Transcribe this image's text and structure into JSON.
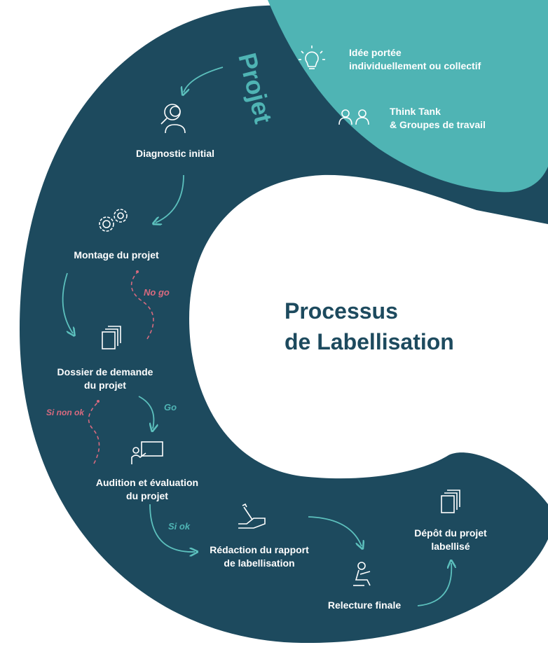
{
  "title": {
    "line1": "Processus",
    "line2": "de Labellisation"
  },
  "ring_label": "Projet",
  "ideas": [
    {
      "line1": "Idée portée",
      "line2": "individuellement ou collectif",
      "icon": "lightbulb-icon"
    },
    {
      "line1": "Think Tank",
      "line2": "& Groupes de travail",
      "icon": "people-icon"
    }
  ],
  "steps": [
    {
      "line1": "Diagnostic initial",
      "line2": "",
      "icon": "search-person-icon"
    },
    {
      "line1": "Montage du projet",
      "line2": "",
      "icon": "gears-icon"
    },
    {
      "line1": "Dossier de demande",
      "line2": "du projet",
      "icon": "documents-icon"
    },
    {
      "line1": "Audition et évaluation",
      "line2": "du projet",
      "icon": "presentation-icon"
    },
    {
      "line1": "Rédaction du rapport",
      "line2": "de labellisation",
      "icon": "writing-hand-icon"
    },
    {
      "line1": "Relecture finale",
      "line2": "",
      "icon": "reading-person-icon"
    },
    {
      "line1": "Dépôt du projet",
      "line2": "labellisé",
      "icon": "documents-icon"
    }
  ],
  "signals": {
    "no_go": "No go",
    "go": "Go",
    "si_non_ok": "Si non ok",
    "si_ok": "Si ok"
  },
  "colors": {
    "dark": "#1d4a5e",
    "teal": "#4fb4b4",
    "pink": "#d86a7f",
    "arrow": "#5cc0bd"
  }
}
